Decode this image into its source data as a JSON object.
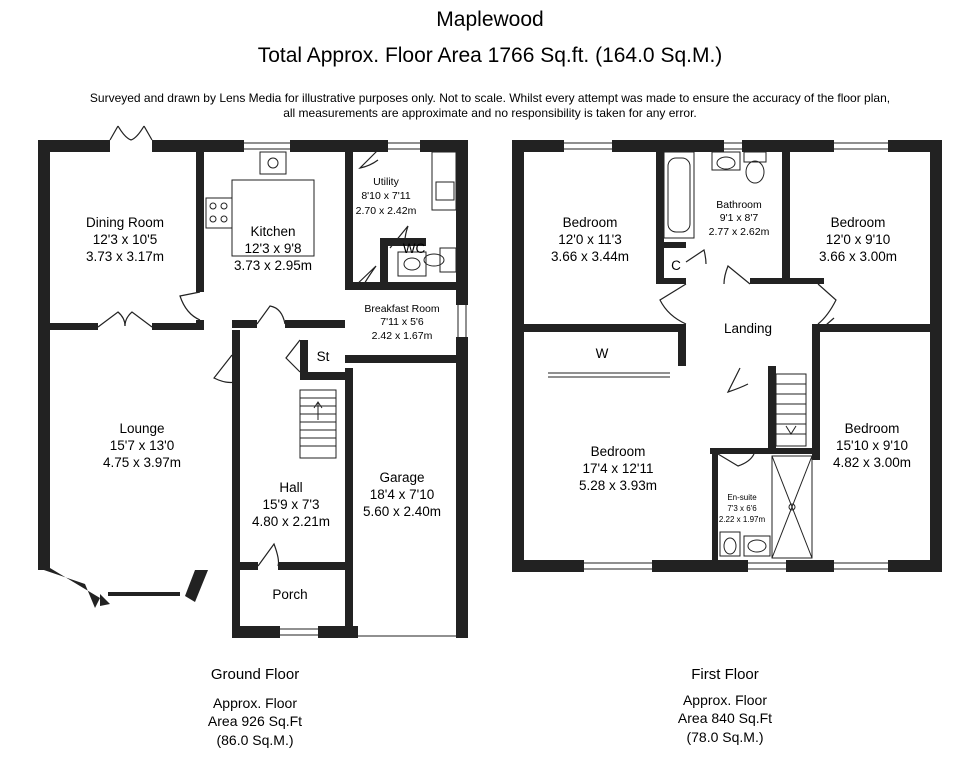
{
  "property_name": "Maplewood",
  "total_area": "Total Approx. Floor Area 1766 Sq.ft. (164.0 Sq.M.)",
  "disclaimer": {
    "line1": "Surveyed and drawn by Lens Media for illustrative purposes only. Not to scale. Whilst every attempt was made to ensure the accuracy of the floor plan,",
    "line2": "all measurements are approximate and no responsibility is taken for any error."
  },
  "ground_floor": {
    "name": "Ground Floor",
    "area_line1": "Approx. Floor",
    "area_line2": "Area 926 Sq.Ft",
    "area_line3": "(86.0 Sq.M.)",
    "rooms": [
      {
        "name": "Dining Room",
        "imperial": "12'3 x 10'5",
        "metric": "3.73 x 3.17m"
      },
      {
        "name": "Kitchen",
        "imperial": "12'3 x 9'8",
        "metric": "3.73 x 2.95m"
      },
      {
        "name": "Utility",
        "imperial": "8'10 x 7'11",
        "metric": "2.70 x 2.42m"
      },
      {
        "name": "WC"
      },
      {
        "name": "Breakfast Room",
        "imperial": "7'11 x 5'6",
        "metric": "2.42 x 1.67m"
      },
      {
        "name": "St"
      },
      {
        "name": "Lounge",
        "imperial": "15'7 x 13'0",
        "metric": "4.75 x 3.97m"
      },
      {
        "name": "Hall",
        "imperial": "15'9 x 7'3",
        "metric": "4.80 x 2.21m"
      },
      {
        "name": "Garage",
        "imperial": "18'4 x 7'10",
        "metric": "5.60 x 2.40m"
      },
      {
        "name": "Porch"
      }
    ]
  },
  "first_floor": {
    "name": "First Floor",
    "area_line1": "Approx. Floor",
    "area_line2": "Area 840 Sq.Ft",
    "area_line3": "(78.0 Sq.M.)",
    "rooms": [
      {
        "name": "Bedroom",
        "imperial": "12'0 x 11'3",
        "metric": "3.66 x 3.44m"
      },
      {
        "name": "Bathroom",
        "imperial": "9'1 x 8'7",
        "metric": "2.77 x 2.62m"
      },
      {
        "name": "Bedroom",
        "imperial": "12'0 x 9'10",
        "metric": "3.66 x 3.00m"
      },
      {
        "name": "C"
      },
      {
        "name": "Landing"
      },
      {
        "name": "W"
      },
      {
        "name": "Bedroom",
        "imperial": "17'4 x 12'11",
        "metric": "5.28 x 3.93m"
      },
      {
        "name": "Bedroom",
        "imperial": "15'10 x 9'10",
        "metric": "4.82 x 3.00m"
      },
      {
        "name": "En-suite",
        "imperial": "7'3 x 6'6",
        "metric": "2.22 x 1.97m"
      }
    ]
  }
}
